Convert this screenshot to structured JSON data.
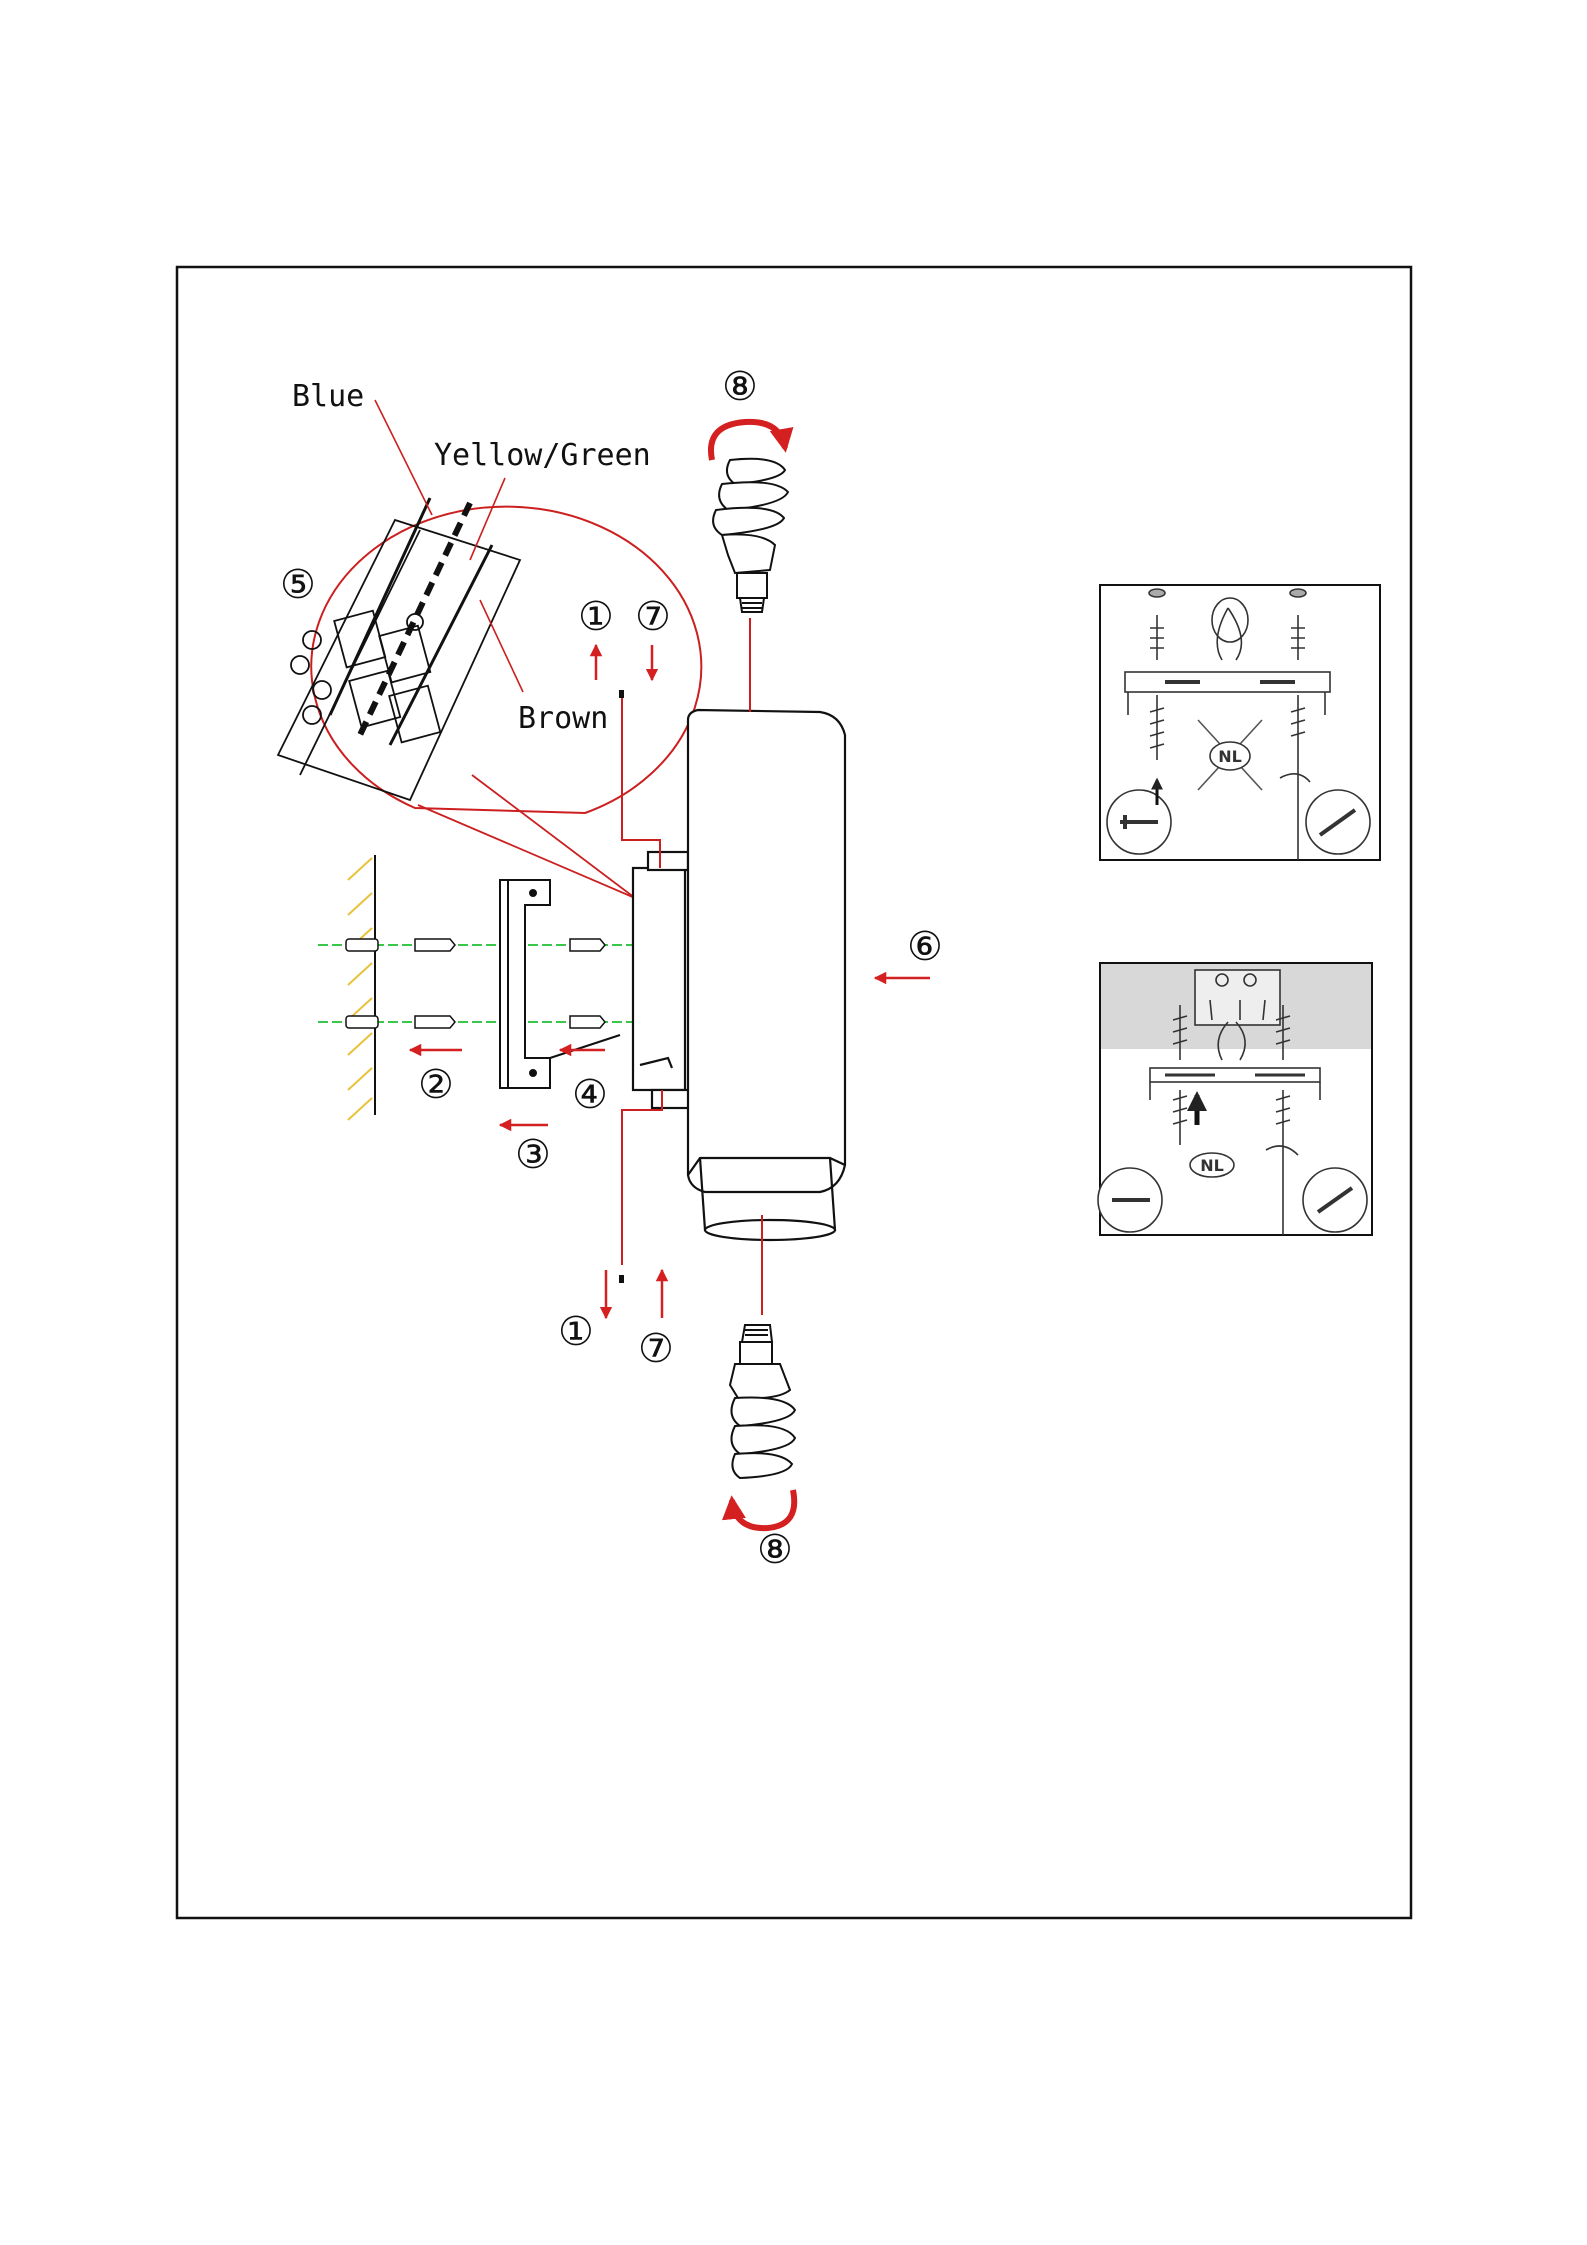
{
  "wire_labels": {
    "blue": "Blue",
    "yellow_green": "Yellow/Green",
    "brown": "Brown"
  },
  "step_markers": {
    "s1": "①",
    "s2": "②",
    "s3": "③",
    "s4": "④",
    "s5": "⑤",
    "s6": "⑥",
    "s7": "⑦",
    "s8": "⑧"
  },
  "inset_badges": {
    "top": "NL",
    "bottom": "NL"
  },
  "colors": {
    "wire_lines": "#cc1f1f",
    "arrows": "#d42020",
    "drill_axis": "#1fbf2f",
    "wall_hatch": "#e8c23a",
    "ceiling_fill": "#d8d8d8"
  }
}
